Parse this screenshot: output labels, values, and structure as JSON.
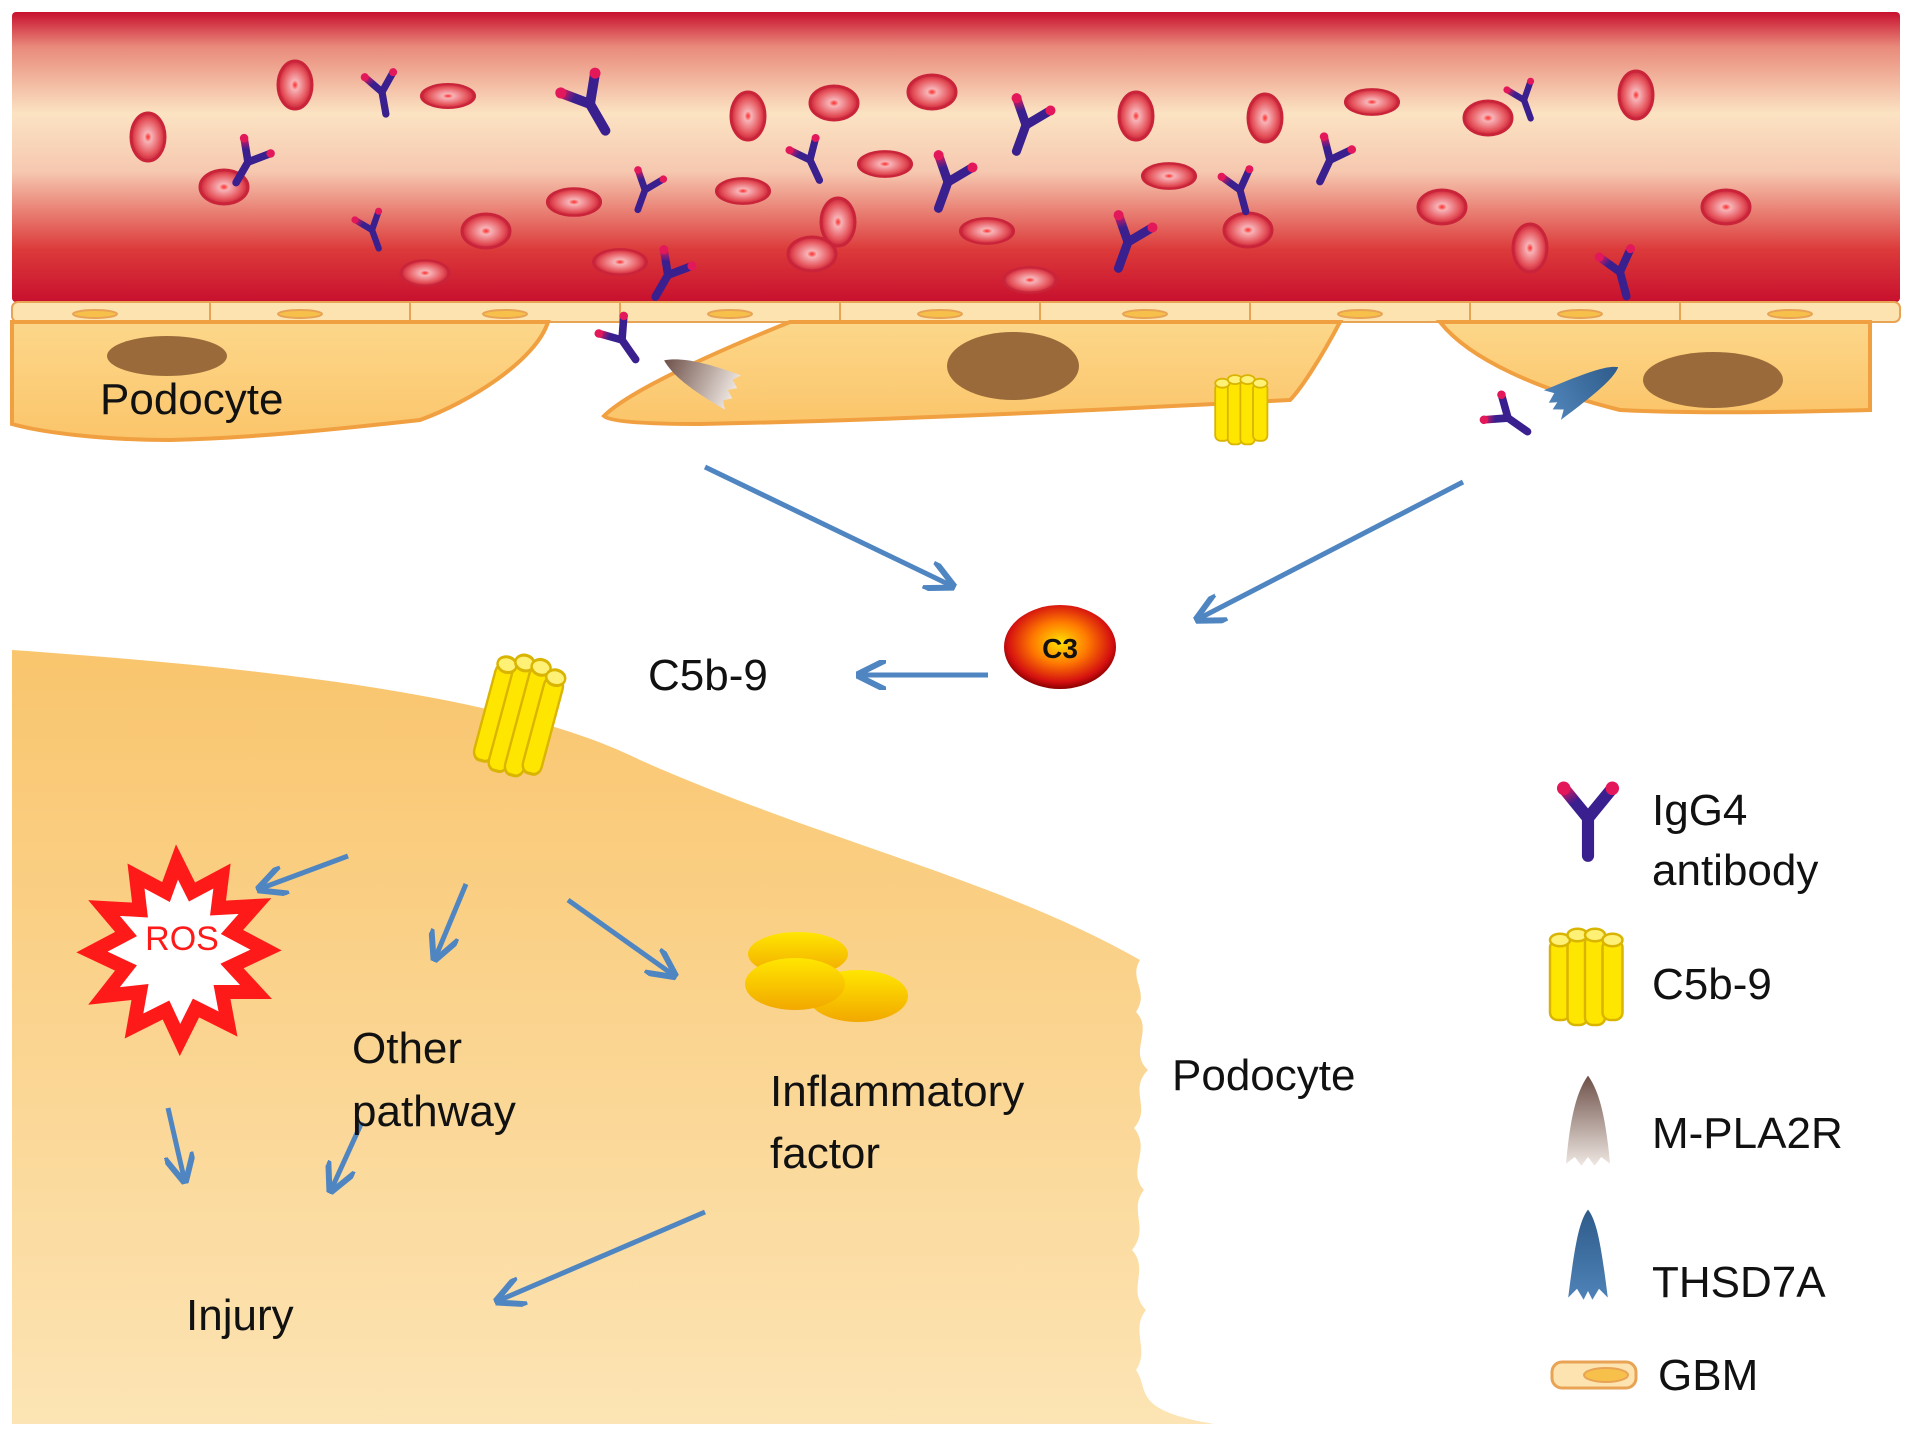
{
  "labels": {
    "podocyte_top": "Podocyte",
    "podocyte_bottom": "Podocyte",
    "c5b9_pathway": "C5b-9",
    "c3": "C3",
    "ros": "ROS",
    "other_pathway_line1": "Other",
    "other_pathway_line2": "pathway",
    "inflammatory_line1": "Inflammatory",
    "inflammatory_line2": "factor",
    "injury": "Injury"
  },
  "legend": {
    "items": [
      {
        "icon": "igg4-antibody-icon",
        "line1": "IgG4",
        "line2": "antibody"
      },
      {
        "icon": "c5b9-complex-icon",
        "line1": "C5b-9",
        "line2": ""
      },
      {
        "icon": "m-pla2r-icon",
        "line1": "M-PLA2R",
        "line2": ""
      },
      {
        "icon": "thsd7a-icon",
        "line1": "THSD7A",
        "line2": ""
      },
      {
        "icon": "gbm-cell-icon",
        "line1": "GBM",
        "line2": ""
      }
    ]
  },
  "colors": {
    "vessel_red": "#c8102e",
    "cytoplasm": "#fbcf7d",
    "nucleus": "#9a6a3a",
    "antibody_blue": "#3a1f8f",
    "antibody_red": "#e2185b",
    "c5b9_yellow": "#ffe600",
    "mpla2r": "#a88f84",
    "thsd7a": "#3f6fa0",
    "arrow": "#4f86c2",
    "ros_red": "#ff1a1a"
  }
}
